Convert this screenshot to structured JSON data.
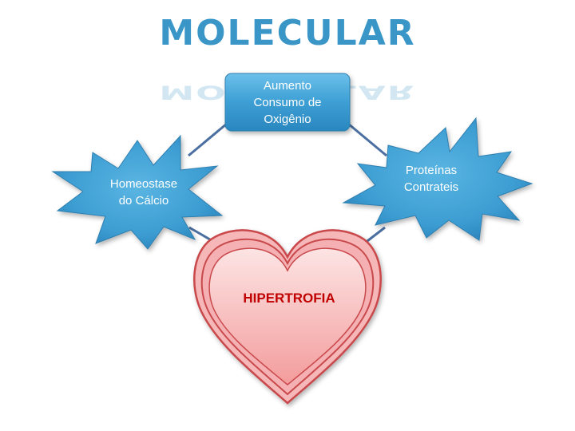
{
  "title": "MOLECULAR",
  "nodes": {
    "top": {
      "label": "Aumento\nConsumo de\nOxigênio"
    },
    "left": {
      "label": "Homeostase\ndo Cálcio"
    },
    "right": {
      "label": "Proteínas\nContrateis"
    },
    "center": {
      "label": "HIPERTROFIA"
    }
  },
  "colors": {
    "title": "#3b96c8",
    "node_fill": "#4aa6d6",
    "node_dark": "#2b86bd",
    "connector": "#4a6fa0",
    "heart_fill": "#f7c3c3",
    "heart_border": "#c9484c",
    "center_text": "#c00000"
  }
}
